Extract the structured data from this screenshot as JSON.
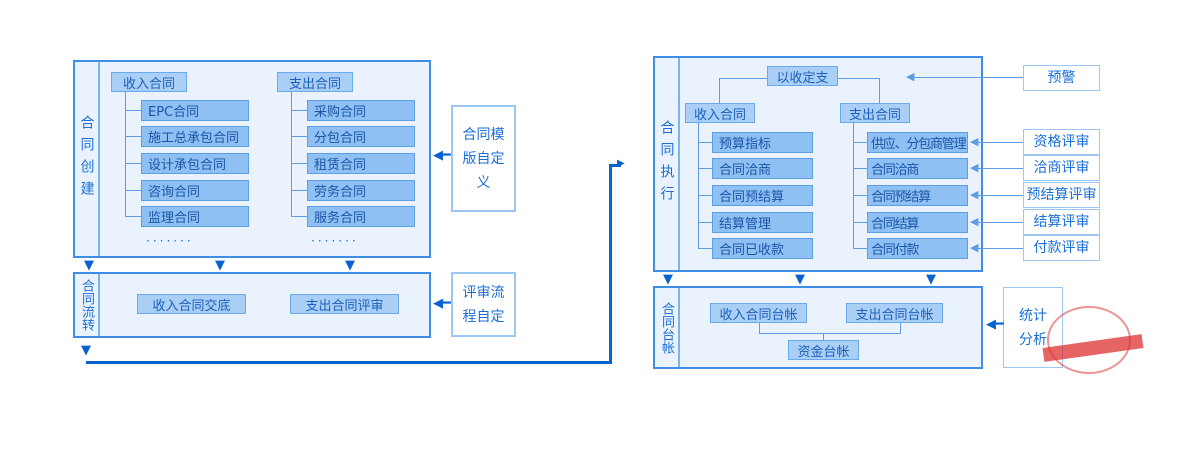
{
  "creation": {
    "label": "合同创建",
    "income": {
      "title": "收入合同",
      "items": [
        "EPC合同",
        "施工总承包合同",
        "设计承包合同",
        "咨询合同",
        "监理合同"
      ],
      "more": "·······"
    },
    "expense": {
      "title": "支出合同",
      "items": [
        "采购合同",
        "分包合同",
        "租赁合同",
        "劳务合同",
        "服务合同"
      ],
      "more": "·······"
    },
    "side": "合同模版自定义"
  },
  "flow": {
    "label": "合同流转",
    "items": [
      "收入合同交底",
      "支出合同评审"
    ],
    "side": "评审流程自定"
  },
  "execution": {
    "label": "合同执行",
    "top": "以收定支",
    "income": {
      "title": "收入合同",
      "items": [
        "预算指标",
        "合同洽商",
        "合同预结算",
        "结算管理",
        "合同已收款"
      ]
    },
    "expense": {
      "title": "支出合同",
      "items": [
        "供应、分包商管理",
        "合同洽商",
        "合同预结算",
        "合同结算",
        "合同付款"
      ]
    },
    "warning": "预警",
    "reviews": [
      "资格评审",
      "洽商评审",
      "预结算评审",
      "结算评审",
      "付款评审"
    ]
  },
  "ledger": {
    "label": "合同台帐",
    "items": [
      "收入合同台帐",
      "支出合同台帐",
      "资金台帐"
    ],
    "side": "统计分析"
  },
  "colors": {
    "panel_border": "#3f8ee6",
    "panel_bg": "#eaf3fd",
    "item": "#8fc0f3",
    "arrow": "#0a62d0"
  }
}
